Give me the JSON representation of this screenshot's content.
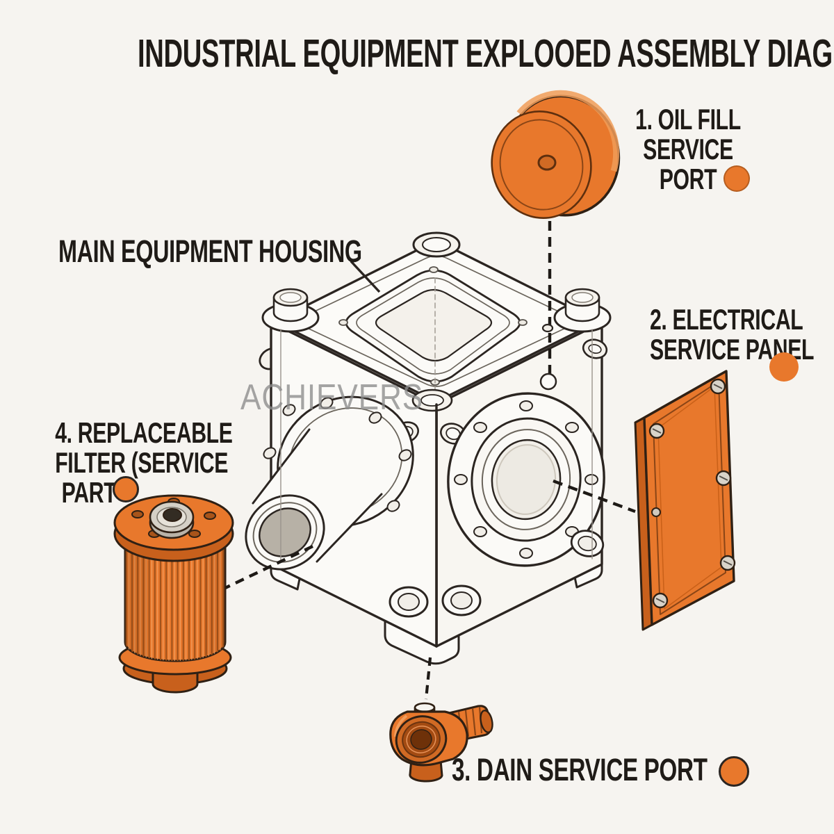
{
  "title": "INDUSTRIAL EQUIPMENT EXPLOOED ASSEMBLY DIAGRAM",
  "watermark": "ACHIEVERS",
  "colors": {
    "accent": "#E8782C",
    "ink": "#1F1B17",
    "background": "#F6F4F0",
    "line_art": "#2B2521"
  },
  "callouts": {
    "oil_fill_port": {
      "lines": [
        "1. OIL FILL",
        "SERVICE",
        "PORT"
      ]
    },
    "electrical_panel": {
      "lines": [
        "2. ELECTRICAL",
        "SERVICE PANEL"
      ]
    },
    "drain_port": {
      "text": "3. DAIN SERVICE PORT"
    },
    "filter": {
      "lines": [
        "4. REPLACEABLE",
        "FILTER (SERVICE",
        "PART"
      ]
    },
    "housing": {
      "text": "MAIN EQUIPMENT HOUSING"
    }
  }
}
